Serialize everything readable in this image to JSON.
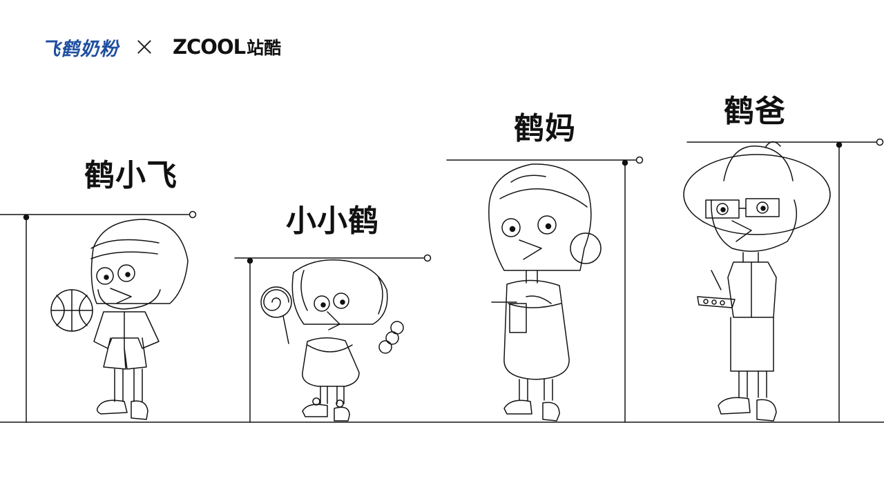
{
  "header": {
    "partner_logo": "飞鹤奶粉",
    "separator": "×",
    "platform_logo_latin": "ZCOOL",
    "platform_logo_cn": "站酷",
    "brand_color": "#1f4fa0"
  },
  "characters": [
    {
      "name": "鹤小飞",
      "icon": "boy-with-basketball"
    },
    {
      "name": "小小鹤",
      "icon": "girl-with-lollipop"
    },
    {
      "name": "鹤妈",
      "icon": "mother-with-cup"
    },
    {
      "name": "鹤爸",
      "icon": "father-with-palette"
    }
  ],
  "colors": {
    "line": "#111111",
    "background": "#ffffff"
  }
}
